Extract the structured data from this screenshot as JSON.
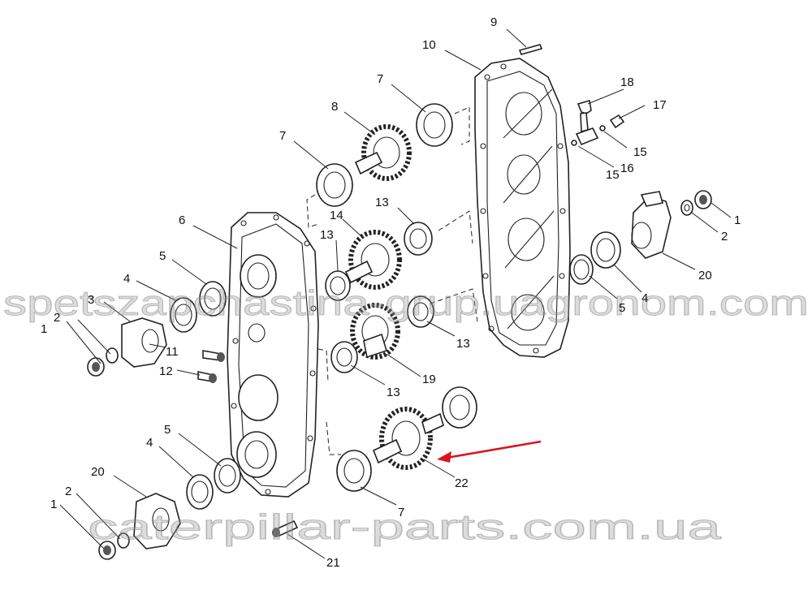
{
  "diagram": {
    "callouts": [
      "1",
      "2",
      "3",
      "4",
      "5",
      "6",
      "7",
      "8",
      "9",
      "10",
      "11",
      "12",
      "13",
      "14",
      "15",
      "16",
      "17",
      "18",
      "19",
      "20",
      "21",
      "22"
    ],
    "labels": {
      "l9": "9",
      "l10": "10",
      "l7a": "7",
      "l18": "18",
      "l17": "17",
      "l8": "8",
      "l7b": "7",
      "l15a": "15",
      "l15b": "15",
      "l16": "16",
      "l13a": "13",
      "l6": "6",
      "l14": "14",
      "l13b": "13",
      "l1a": "1",
      "l2a": "2",
      "l20a": "20",
      "l5a": "5",
      "l4a": "4",
      "l3": "3",
      "l5b": "5",
      "l4b": "4",
      "l2b": "2",
      "l1b": "1",
      "l11": "11",
      "l12": "12",
      "l13c": "13",
      "l13d": "13",
      "l19": "19",
      "l22": "22",
      "l5c": "5",
      "l4c": "4",
      "l20b": "20",
      "l2c": "2",
      "l1c": "1",
      "l7c": "7",
      "l21": "21"
    },
    "watermarks": {
      "top": "spetszapchastina-grup.uagronom.com",
      "bottom": "caterpillar-parts.com.ua"
    },
    "highlight_arrow_color": "#d9141e",
    "highlight_target": "22"
  }
}
